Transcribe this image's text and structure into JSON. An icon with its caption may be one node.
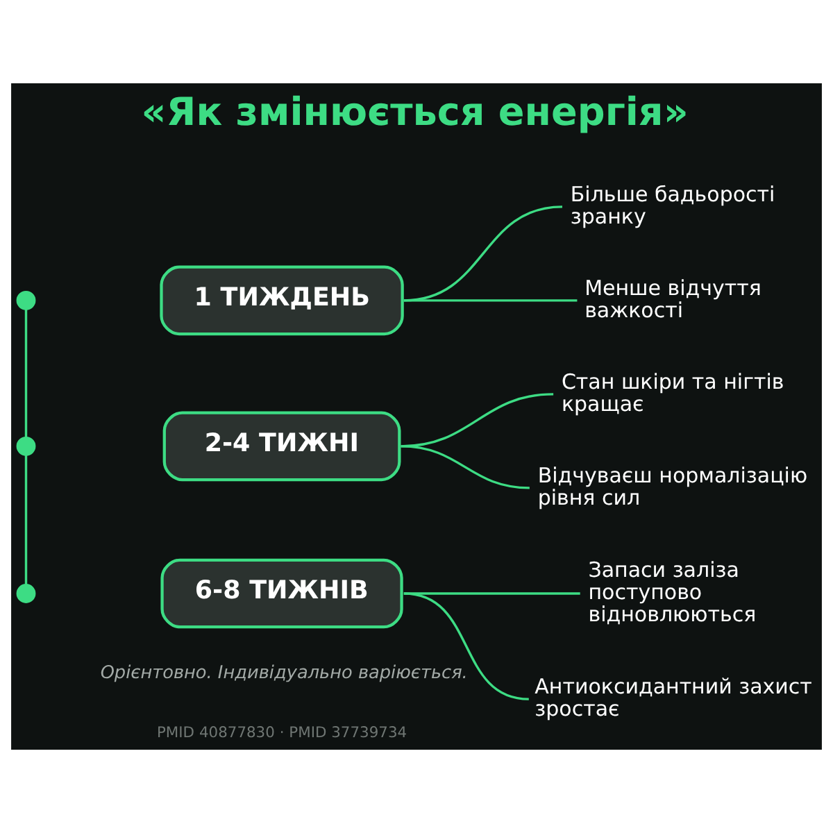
{
  "diagram": {
    "title": "«Як змінюється енергія»",
    "caption": "Орієнтовно. Індивідуально варіюється.",
    "nodes": [
      {
        "text": [],
        "shape": "circle"
      },
      {
        "text": [
          "1 ТИЖДЕНЬ"
        ]
      },
      {
        "text": [
          "Більше бадьорості зранку"
        ]
      },
      {
        "text": [
          "Менше відчуття важкості"
        ]
      },
      {
        "text": [],
        "shape": "circle"
      },
      {
        "text": [
          "2-4 ТИЖНІ"
        ]
      },
      {
        "text": [
          "Стан шкіри та нігтів кращає"
        ]
      },
      {
        "text": [
          "Відчуваєш нормалізацію рівня сил"
        ]
      },
      {
        "text": [],
        "shape": "circle"
      },
      {
        "text": [
          "6-8 ТИЖНІВ"
        ]
      },
      {
        "text": [
          "Запаси заліза поступово відновлюються"
        ]
      },
      {
        "text": [
          "Антиоксидантний захист зростає"
        ]
      }
    ],
    "edges": [
      {
        "from": 0,
        "to": 4,
        "arrow": "none"
      },
      {
        "from": 4,
        "to": 8,
        "arrow": "none"
      },
      {
        "from": 1,
        "to": 2,
        "arrow": "none"
      },
      {
        "from": 1,
        "to": 3,
        "arrow": "none"
      },
      {
        "from": 5,
        "to": 6,
        "arrow": "none"
      },
      {
        "from": 5,
        "to": 7,
        "arrow": "none"
      },
      {
        "from": 9,
        "to": 10,
        "arrow": "none"
      },
      {
        "from": 9,
        "to": 11,
        "arrow": "none"
      }
    ],
    "labels": [
      "PMID 40877830 · PMID 37739734"
    ]
  }
}
